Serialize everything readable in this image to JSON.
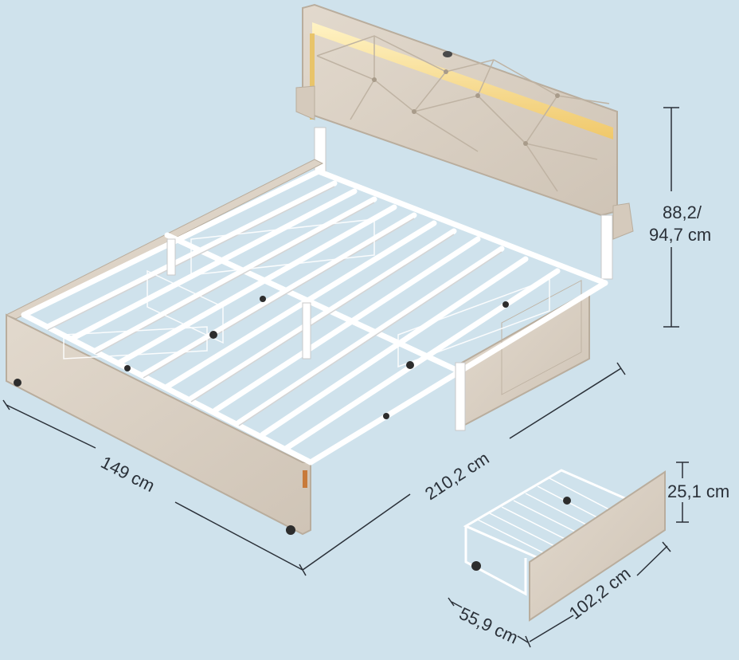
{
  "dimensions": {
    "headboard_height_1": "88,2/",
    "headboard_height_2": "94,7 cm",
    "width": "149 cm",
    "length": "210,2 cm",
    "drawer_height": "25,1 cm",
    "drawer_length": "102,2 cm",
    "drawer_depth": "55,9 cm"
  },
  "colors": {
    "background": "#cfe2ec",
    "fabric": "#d9cfc2",
    "frame": "#ffffff",
    "led": "#f7d98a",
    "dimension_line": "#2a3038"
  }
}
